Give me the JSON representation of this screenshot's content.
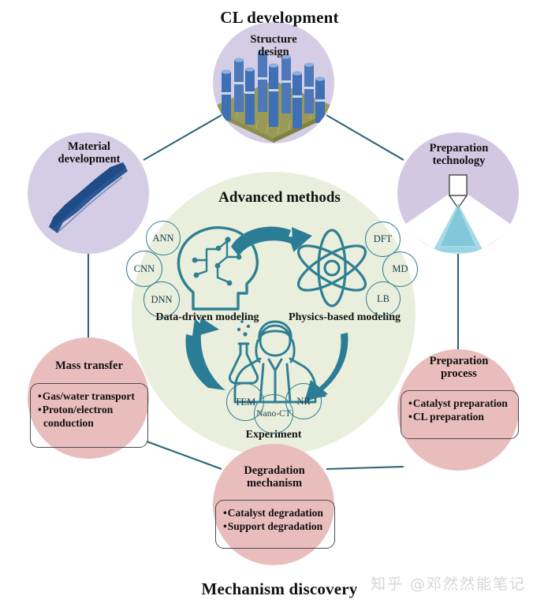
{
  "headings": {
    "top": "CL development",
    "bottom": "Mechanism discovery"
  },
  "center": {
    "title": "Advanced methods",
    "labels": {
      "data_driven": "Data-driven modeling",
      "physics_based": "Physics-based modeling",
      "experiment": "Experiment"
    },
    "data_driven_chips": [
      "ANN",
      "CNN",
      "DNN"
    ],
    "physics_chips": [
      "DFT",
      "MD",
      "LB"
    ],
    "experiment_chips": [
      "TEM",
      "Nano-CT",
      "NR"
    ],
    "icons": {
      "data_driven": "brain-circuit-head-icon",
      "physics_based": "atom-icon",
      "experiment": "scientist-flask-icon"
    }
  },
  "nodes": [
    {
      "id": "structure-design",
      "title_lines": [
        "Structure",
        "design"
      ],
      "color": "#d5cde5",
      "icon": "nanostructure-pillars-icon",
      "bullets": []
    },
    {
      "id": "material-development",
      "title_lines": [
        "Material",
        "development"
      ],
      "color": "#d5cde5",
      "icon": "nanorod-icon",
      "bullets": []
    },
    {
      "id": "preparation-technology",
      "title_lines": [
        "Preparation",
        "technology"
      ],
      "color": "#d2c8e2",
      "icon": "spray-coating-icon",
      "bullets": []
    },
    {
      "id": "mass-transfer",
      "title_lines": [
        "Mass transfer"
      ],
      "color": "#e9bdbb",
      "icon": "",
      "bullets": [
        "Gas/water transport",
        "Proton/electron",
        "conduction"
      ]
    },
    {
      "id": "preparation-process",
      "title_lines": [
        "Preparation",
        "process"
      ],
      "color": "#e9bdbb",
      "icon": "",
      "bullets": [
        "Catalyst preparation",
        "CL preparation"
      ]
    },
    {
      "id": "degradation-mechanism",
      "title_lines": [
        "Degradation",
        "mechanism"
      ],
      "color": "#e9bdbb",
      "icon": "",
      "bullets": [
        "Catalyst degradation",
        "Support degradation"
      ]
    }
  ],
  "watermark": "知乎 @邓然然能笔记",
  "colors": {
    "purple_node": "#d5cde5",
    "pink_node": "#e9bdbb",
    "center_green": "#e9efdc",
    "teal_accent": "#2f7f94",
    "connector": "#2b6676",
    "pillar_blue": "#3f6fb5",
    "base_olive": "#9a9a58",
    "nanorod_blue": "#1f4b86",
    "spray_blue": "#8fd0e0"
  }
}
